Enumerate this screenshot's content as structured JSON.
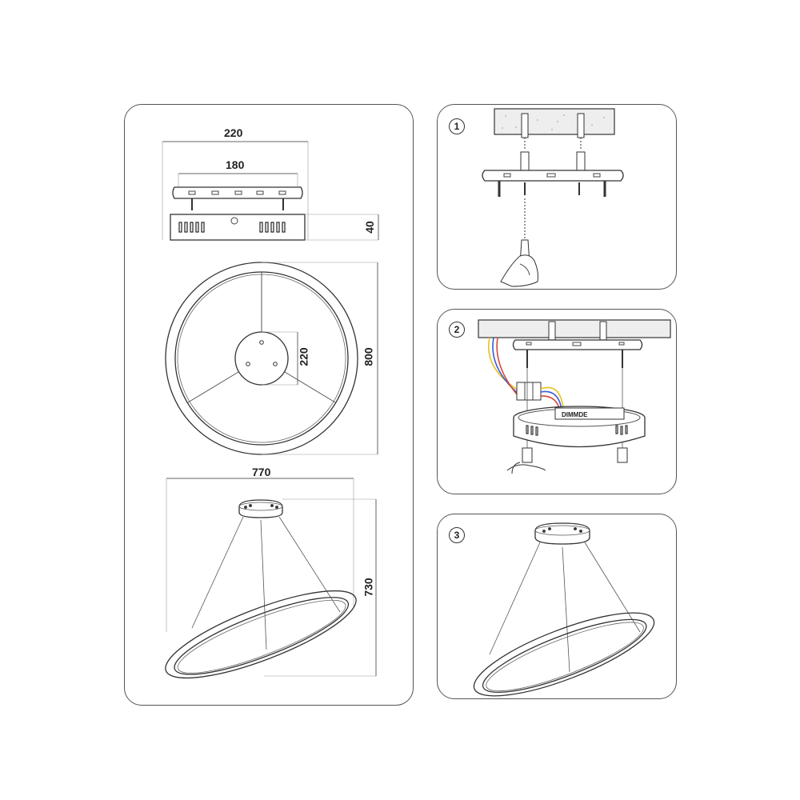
{
  "dimensions": {
    "plate_total_width": "220",
    "plate_hole_spacing": "180",
    "canopy_height": "40",
    "canopy_diameter": "220",
    "ring_diameter": "800",
    "fixture_width": "770",
    "fixture_height": "730"
  },
  "steps": [
    {
      "number": "1"
    },
    {
      "number": "2",
      "driver_label": "DIMMDE"
    },
    {
      "number": "3"
    }
  ],
  "colors": {
    "line": "#444444",
    "wire_yellow": "#e8c220",
    "wire_blue": "#3a5bd8",
    "wire_red": "#d64a3a",
    "ceiling_fill": "#eeeeee"
  }
}
